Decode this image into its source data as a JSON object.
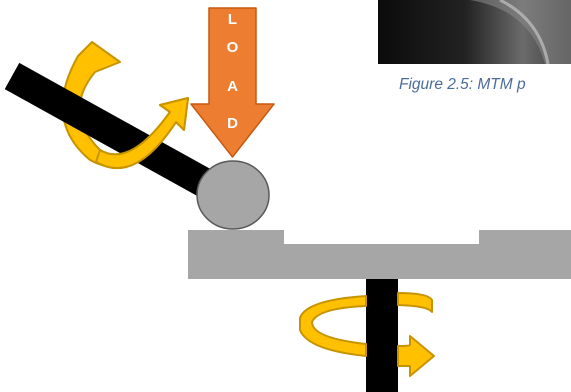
{
  "caption": "Figure 2.5: MTM p",
  "load_arrow": {
    "letters": [
      "L",
      "O",
      "A",
      "D"
    ],
    "color": "#ed7d31"
  },
  "colors": {
    "rotation_arrow": "#ffc000",
    "rotation_arrow_shade": "#c79400",
    "disc": "#a6a6a6",
    "ball": "#a6a6a6",
    "shaft": "#000000",
    "photo": "#1a1a1a"
  },
  "icons": [
    "rotation-arrow-icon",
    "load-arrow-icon"
  ]
}
